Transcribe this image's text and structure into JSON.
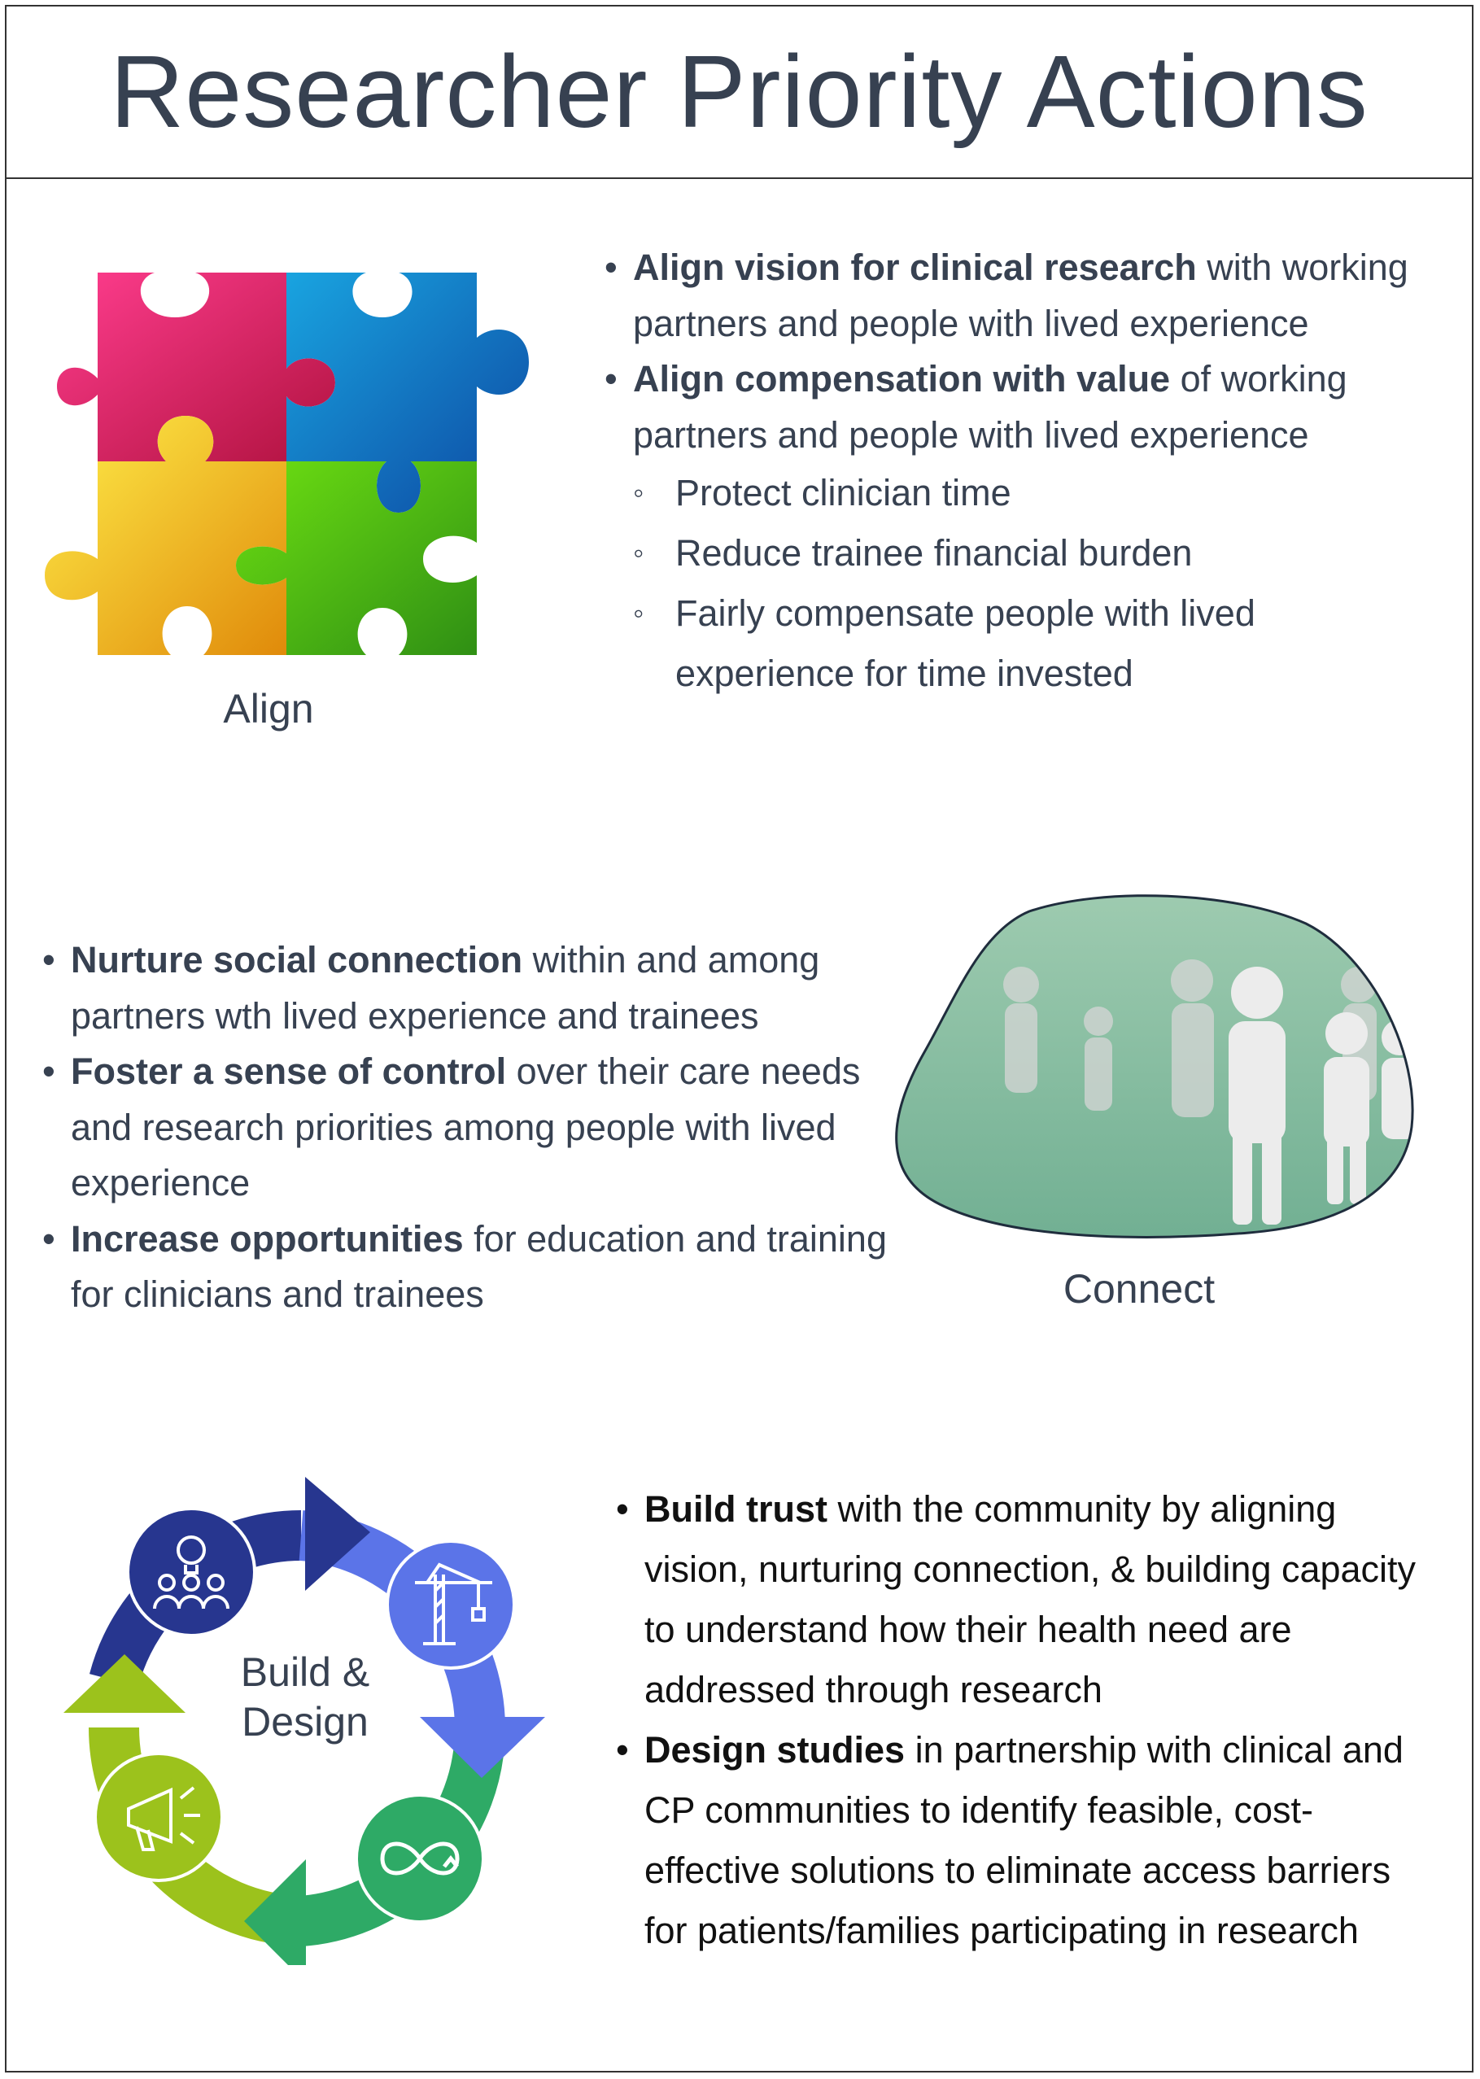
{
  "title": "Researcher Priority Actions",
  "align": {
    "caption": "Align",
    "bullets": [
      {
        "bold": "Align vision for clinical research",
        "rest": " with working partners and people with lived experience"
      },
      {
        "bold": "Align compensation with value",
        "rest": " of working partners and people with lived experience"
      }
    ],
    "sub_bullets": [
      "Protect clinician time",
      "Reduce trainee financial burden",
      "Fairly compensate people with lived experience for time invested"
    ]
  },
  "connect": {
    "caption": "Connect",
    "bullets": [
      {
        "bold": "Nurture social connection",
        "rest": " within and among partners wth lived experience and trainees"
      },
      {
        "bold": "Foster a sense of control",
        "rest": " over their care needs and research priorities among people with lived experience"
      },
      {
        "bold": "Increase opportunities",
        "rest": " for education and training for clinicians and trainees"
      }
    ]
  },
  "build": {
    "cycle_label_line1": "Build &",
    "cycle_label_line2": "Design",
    "bullets": [
      {
        "bold": "Build trust",
        "rest": " with the community by aligning vision, nurturing connection, & building capacity to understand how their health need are addressed through research"
      },
      {
        "bold": "Design studies",
        "rest": " in partnership with clinical and CP communities to identify feasible, cost-effective solutions to eliminate access barriers for patients/families participating in research"
      }
    ]
  },
  "colors": {
    "puzzle_pink": "#d81b60",
    "puzzle_blue": "#1565c0",
    "puzzle_yellow": "#f9c01a",
    "puzzle_green": "#43a014",
    "cycle_navy": "#27368f",
    "cycle_blue": "#5b74e8",
    "cycle_green": "#2eaa66",
    "cycle_lime": "#9cc21c"
  }
}
